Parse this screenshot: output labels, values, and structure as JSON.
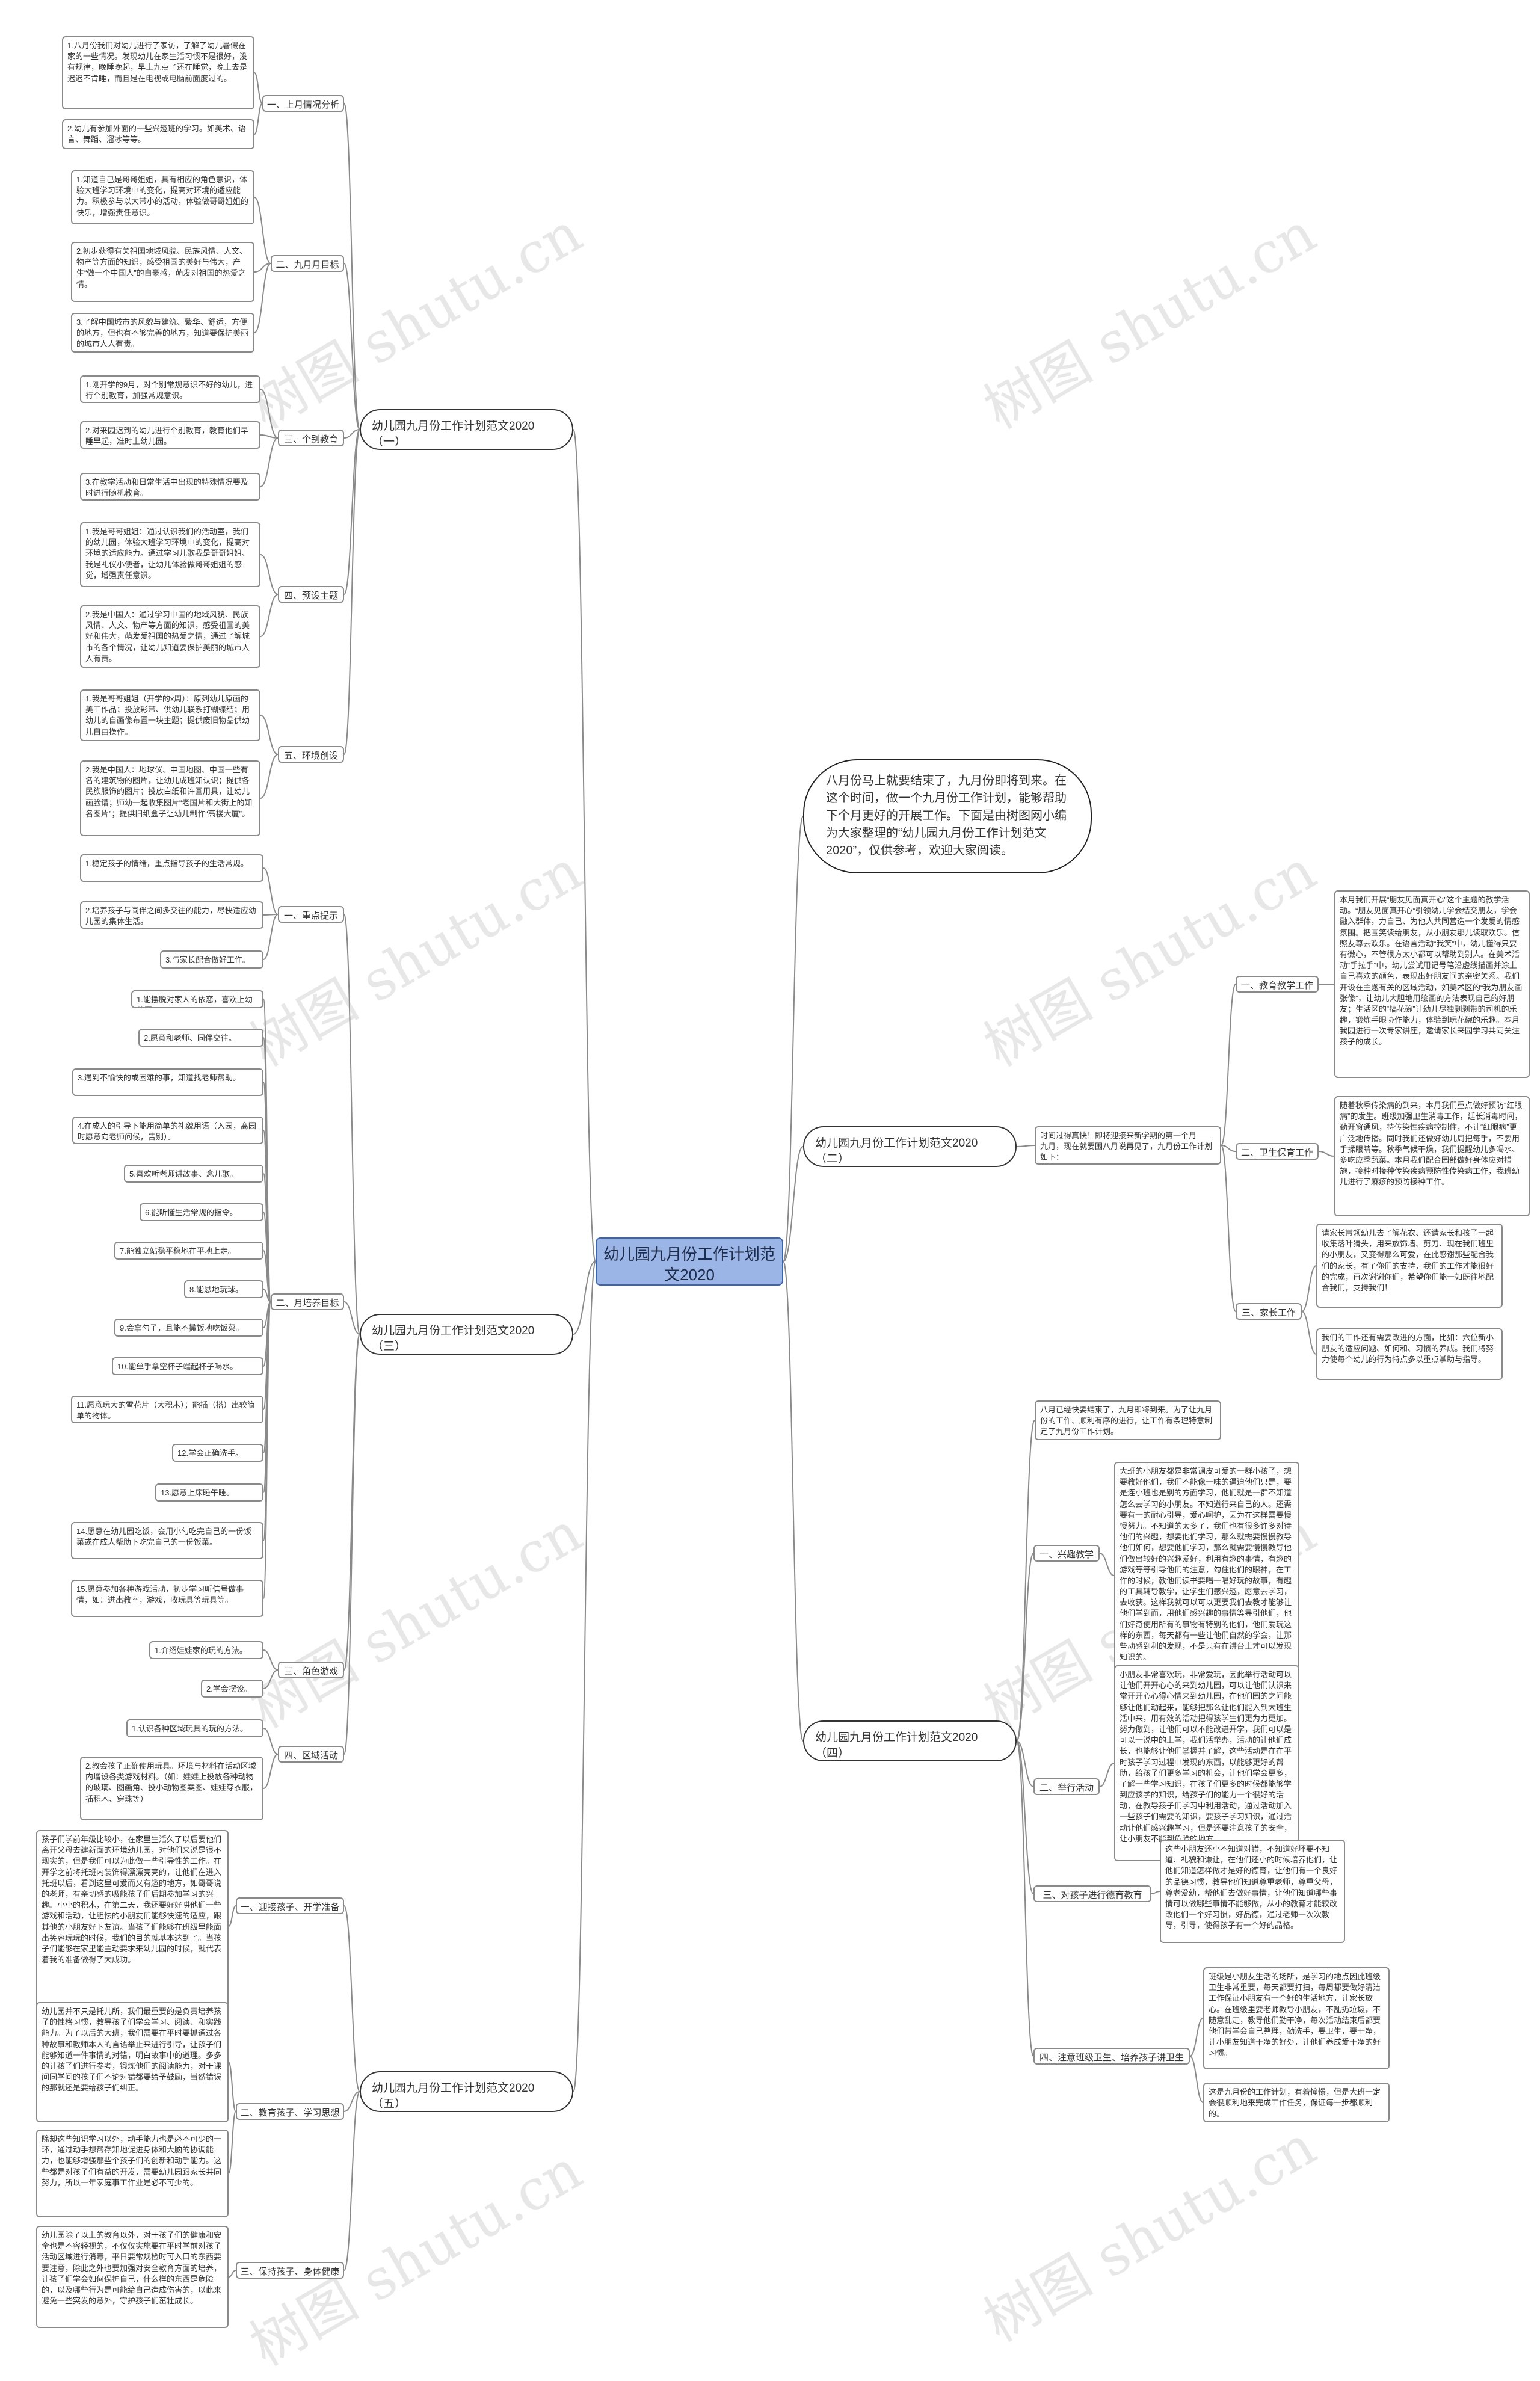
{
  "root": {
    "title": "幼儿园九月份工作计划范文2020"
  },
  "intro": "八月份马上就要结束了，九月份即将到来。在这个时间，做一个九月份工作计划，能够帮助下个月更好的开展工作。下面是由树图网小编为大家整理的“幼儿园九月份工作计划范文2020”，仅供参考，欢迎大家阅读。",
  "watermark": "树图 shutu.cn",
  "branches": {
    "b1": {
      "title": "幼儿园九月份工作计划范文2020（一）",
      "s1": {
        "label": "一、上月情况分析",
        "items": [
          "1.八月份我们对幼儿进行了家访，了解了幼儿暑假在家的一些情况。发现幼儿在家生活习惯不是很好，没有规律，晚睡晚起，早上九点了还在睡觉，晚上去是迟迟不肯睡，而且是在电视或电脑前面度过的。",
          "2.幼儿有参加外面的一些兴趣班的学习。如美术、语言、舞蹈、溜冰等等。"
        ]
      },
      "s2": {
        "label": "二、九月月目标",
        "items": [
          "1.知道自己是哥哥姐姐，具有相应的角色意识，体验大班学习环境中的变化，提高对环境的适应能力。积极参与以大带小的活动，体验做哥哥姐姐的快乐，增强责任意识。",
          "2.初步获得有关祖国地域风貌、民族风情、人文、物产等方面的知识，感受祖国的美好与伟大，产生“做一个中国人”的自豪感，萌发对祖国的热爱之情。",
          "3.了解中国城市的风貌与建筑、繁华、舒适，方便的地方，但也有不够完善的地方，知道要保护美丽的城市人人有责。"
        ]
      },
      "s3": {
        "label": "三、个别教育",
        "items": [
          "1.刚开学的9月，对个别常规意识不好的幼儿，进行个别教育，加强常规意识。",
          "2.对来园迟到的幼儿进行个别教育，教育他们早睡早起，准时上幼儿园。",
          "3.在教学活动和日常生活中出现的特殊情况要及时进行随机教育。"
        ]
      },
      "s4": {
        "label": "四、预设主题",
        "items": [
          "1.我是哥哥姐姐：通过认识我们的活动室，我们的幼儿园，体验大班学习环境中的变化，提高对环境的适应能力。通过学习儿歌我是哥哥姐姐、我是礼仪小使者，让幼儿体验做哥哥姐姐的感觉，增强责任意识。",
          "2.我是中国人：通过学习中国的地域风貌、民族风情、人文、物产等方面的知识，感受祖国的美好和伟大，萌发爱祖国的热爱之情，通过了解城市的各个情况，让幼儿知道要保护美丽的城市人人有责。"
        ]
      },
      "s5": {
        "label": "五、环境创设",
        "items": [
          "1.我是哥哥姐姐（开学的x周）：原列幼儿原画的美工作品；投放彩带、供幼儿联系打蝴蝶结；用幼儿的自画像布置一块主题；提供废旧物品供幼儿自由操作。",
          "2.我是中国人：地球仪、中国地图、中国一些有名的建筑物的图片，让幼儿成班知认识；提供各民族服饰的图片；投放白纸和许画用具，让幼儿画脸谱；师幼一起收集图片“老国片和大街上的知名图片”；提供旧纸盒子让幼儿制作“高楼大厦”。"
        ]
      }
    },
    "b3": {
      "title": "幼儿园九月份工作计划范文2020（三）",
      "s1": {
        "label": "一、重点提示",
        "items": [
          "1.稳定孩子的情绪，重点指导孩子的生活常规。",
          "2.培养孩子与同伴之间多交往的能力，尽快适应幼儿园的集体生活。",
          "3.与家长配合做好工作。"
        ]
      },
      "s2": {
        "label": "二、月培养目标",
        "items": [
          "1.能摆脱对家人的依恋，喜欢上幼儿园。",
          "2.愿意和老师、同伴交往。",
          "3.遇到不愉快的或困难的事，知道找老师帮助。",
          "4.在成人的引导下能用简单的礼貌用语（入园，离园时愿意向老师问候，告别）。",
          "5.喜欢听老师讲故事、念儿歌。",
          "6.能听懂生活常规的指令。",
          "7.能独立站稳平稳地在平地上走。",
          "8.能悬地玩球。",
          "9.会拿勺子，且能不撒饭地吃饭菜。",
          "10.能单手拿空杯子端起杯子喝水。",
          "11.愿意玩大的雪花片（大积木）；能插（搭）出较简单的物体。",
          "12.学会正确洗手。",
          "13.愿意上床睡午睡。",
          "14.愿意在幼儿园吃饭，会用小勺吃完自己的一份饭菜或在成人帮助下吃完自己的一份饭菜。",
          "15.愿意参加各种游戏活动，初步学习听信号做事情，如：进出教室，游戏，收玩具等玩具等。"
        ]
      },
      "s3": {
        "label": "三、角色游戏",
        "items": [
          "1.介绍娃娃家的玩的方法。",
          "2.学会摆设。"
        ]
      },
      "s4": {
        "label": "四、区域活动",
        "items": [
          "1.认识各种区域玩具的玩的方法。",
          "2.教会孩子正确使用玩具。环境与材料在活动区域内增设各类游戏材料。（如：娃娃上投放各种动物的玻璃、图画角、投小动物图案图、娃娃穿衣服，插积木、穿珠等）"
        ]
      }
    },
    "b5": {
      "title": "幼儿园九月份工作计划范文2020（五）",
      "s1": {
        "label": "一、迎接孩子、开学准备",
        "items": [
          "孩子们学前年级比较小，在家里生活久了以后要他们离开父母去建新面的环境幼儿园，对他们来说是很不现实的，但是我们可以为此做一些引导性的工作。在开学之前将托班内装饰得漂漂亮亮的，让他们在进入托班以后，看到这里可爱而又有趣的地方，如哥哥说的老师，有亲切感的吸能孩子们后期参加学习的兴趣。小小的积木，在第二天，我还要好好哄他们一些游戏和活动，让胆怯的小朋友们能够快速的适应，跟其他的小朋友好下友谊。当孩子们能够在班级里能面出笑容玩玩的时候，我们的目的就基本达到了。当孩子们能够在家里能主动要求来幼儿园的时候，就代表着我的准备做得了大成功。"
        ]
      },
      "s2": {
        "label": "二、教育孩子、学习思想",
        "items": [
          "幼儿园并不只是托儿所，我们最重要的是负责培养孩子的性格习惯，教导孩子们学会学习、阅读、和实践能力。为了以后的大班，我们需要在平时要抓通过各种故事和教师本人的言语举止来进行引导，让孩子们能够知道一件事情的对错，明白故事中的道理。多多的让孩子们进行参考，锻炼他们的阅读能力，对于课间同学间的孩子们不论对错都要给予鼓励，当然错误的那就还是要给孩子们纠正。",
          "除却这些知识学习以外，动手能力也是必不可少的一环，通过动手想帮存知地促进身体和大脑的协调能力，也能够增强那些个孩子们的创新和动手能力。这些都是对孩子们有益的开发，需要幼儿园跟家长共同努力，所以一年家庭事工作业是必不可少的。"
        ]
      },
      "s3": {
        "label": "三、保持孩子、身体健康",
        "items": [
          "幼儿园除了以上的教育以外，对于孩子们的健康和安全也是不容轻视的，不仅仅实施要在平时学前对孩子活动区域进行消毒，平日要常规检时可入口的东西要要注意，除此之外也要加强对安全教育方面的培养，让孩子们学会如何保护自己，什么样的东西是危险的，以及哪些行为是可能给自己造成伤害的，以此来避免一些突发的意外，守护孩子们茁壮成长。"
        ]
      }
    },
    "b2": {
      "title": "幼儿园九月份工作计划范文2020（二）",
      "lead": "时间过得真快！即将迎接来新学期的第一个月——九月，现在就要围八月说再见了，九月份工作计划如下：",
      "s1": {
        "label": "一、教育教学工作",
        "items": [
          "本月我们开展“朋友见面真开心”这个主题的教学活动。“朋友见面真开心”引领幼儿学会结交朋友，学会融入群体，力自己、为他人共同营造一个发爱的情感氛围。把围笑读给朋友，从小朋友那儿读取欢乐。信照友尊去欢乐。在语言活动“我笑”中，幼儿懂得只要有微心，不管很方太小都可以帮助到别人。在美术活动“手拉手”中，幼儿尝试用记号笔沿虚线描画并涂上自己喜欢的颜色，表现出好朋友间的亲密关系。我们开设在主题有关的区域活动，如美术区的“我为朋友画张像”，让幼儿大胆地用绘画的方法表现自己的好朋友；生活区的“搞花碗”让幼儿尽独剥剥带的司机的乐趣，锻炼手眼协作能力，体验到玩花碗的乐趣。本月我园进行一次专家讲座，邀请家长来园学习共同关注孩子的成长。"
        ]
      },
      "s2": {
        "label": "二、卫生保育工作",
        "items": [
          "随着秋季传染病的到来，本月我们重点做好预防“红眼病”的发生。班级加强卫生消毒工作，延长消毒时间，勤开窗通风，持传染性疾病控制住，不让“红眼病”更广泛地传播。同时我们还做好幼儿周把每手，不要用手揉眼睛等。秋季气候干燥，我们提醒幼儿多喝水、多吃应季蔬菜。本月我们配合园部做好身体应对措施，接种时接种传染疾病预防性传染病工作，我班幼儿进行了麻疹的预防接种工作。"
        ]
      },
      "s3": {
        "label": "三、家长工作",
        "items": [
          "请家长带领幼儿去了解花衣、还请家长和孩子一起收集落叶猜头，用来放饰墙、剪刀、现在我们班里的小朋友，又变得那么可爱，在此感谢那些配合我们的家长，有了你们的支持，我们的工作才能很好的完成，再次谢谢你们，希望你们能一如既往地配合我们，支持我们！",
          "我们的工作还有需要改进的方面，比如：六位新小朋友的适应问题、如何和、习惯的养成。我们将努力使每个幼儿的行为特点多以重点掌助与指导。"
        ]
      }
    },
    "b4": {
      "title": "幼儿园九月份工作计划范文2020（四）",
      "lead": "八月已经快要结束了，九月即将到来。为了让九月份的工作、顺利有序的进行，让工作有条理特意制定了九月份工作计划。",
      "s1": {
        "label": "一、兴趣教学",
        "items": [
          "大班的小朋友都是非常调皮可爱的一群小孩子，想要教好他们，我们不能像一味的逼迫他们只是，要是连小班也是别的方面学习，他们就是一群不知道怎么去学习的小朋友。不知道行来自己的人。还需要有一的耐心引导，爱心呵护，因为在这样需要慢慢努力。不知道的太多了，我们也有很多许多对待他们的兴趣，想要他们学习，那么就需要慢慢教导他们如何，想要他们学习，那么就需要慢慢教导他们做出较好的兴趣爱好，利用有趣的事情，有趣的游戏等等引导他们的注意，勾住他们的眼神，在工作的时候，教他们读书要唱一唱好玩的故事，有趣的工具辅导教学，让学生们感兴趣，愿意去学习，去收获。这样我就可以可以更要我们去教才能够让他们学到而，用他们感兴趣的事情等导引他们，他们好奇使用所有的事物有特别的他们，他们爱玩这样的东西，每天都有一些让他们自然的学会，让那些动感到利的发现，不是只有在讲台上才可以发现知识的。"
        ]
      },
      "s2": {
        "label": "二、举行活动",
        "items": [
          "小朋友非常喜欢玩，非常爱玩，因此举行活动可以让他们开开心心的来到幼儿园，可以让他们认识来常开开心心得心情来到幼儿园，在他们园的之间能够让他们动起来，能够把那么让他们能入到大班生活中来，用有效的活动把得孩学生们更为力更加。努力做到，让他们可以不能改进开学，我们可以是可以一说中的上学，我们活举办，活动的让他们成长，也能够让他们掌握并了解，这些活动是在在平时孩子学习过程中发现的东西，以能够更好的帮助，给孩子们更多学习的机会，让他们学会更多，了解一些学习知识，在孩子们更多的时候都能够学到应该学的知识，给孩子们的能力一个很好的活动，在教导孩子们学习中利用活动，通过活动加入一些孩子们需要的知识，要孩子学习知识，通过活动让他们感兴趣学习，但是还要注意孩子的安全，让小朋友不能到危险的地方。"
        ]
      },
      "s3": {
        "label": "三、对孩子进行德育教育",
        "items": [
          "这些小朋友还小不知道对错，不知道好坏要不知道、礼貌和谦让，在他们还小的时候培养他们，让他们知道怎样做才是好的德育，让他们有一个良好的品德习惯，教导他们知道尊重老师，尊重父母，尊老爱幼，帮他们去做好事情，让他们知道哪些事情可以做哪些事情不能够做，从小的教育才能较改改他们一个好习惯，好品德，通过老师一次次教导，引导，使得孩子有一个好的品格。"
        ]
      },
      "s4": {
        "label": "四、注意班级卫生、培养孩子讲卫生",
        "items": [
          "班级是小朋友生活的场所，是学习的地点因此班级卫生非常重要，每天都要打扫，每周都要做好清洁工作保证小朋友有一个好的生活地方，让家长放心。在班级里要老师教导小朋友，不乱扔垃圾，不随意乱走，教导他们勤干净，每次活动结束后都要他们带学会自己整理，勤洗手，要卫生，要干净，让小朋友知道干净的好处，让他们养成爱干净的好习惯。",
          "这是九月份的工作计划，有着憧憬，但是大班一定会很顺利地来完成工作任务，保证每一步都顺利的。"
        ]
      }
    }
  }
}
